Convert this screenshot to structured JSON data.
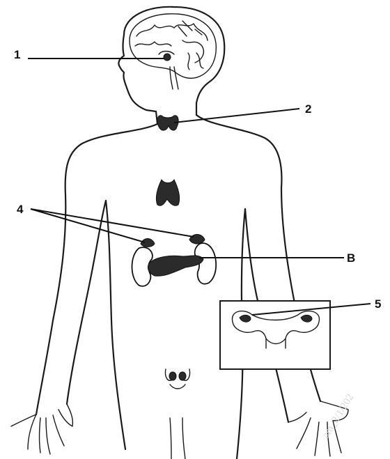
{
  "labels": {
    "l1": "1",
    "l2": "2",
    "l4": "4",
    "lB": "B",
    "l5": "5"
  },
  "watermark": "am_2/1/202",
  "icons": {
    "brain": "brain-icon",
    "pituitary": "pituitary-gland-icon",
    "thyroid": "thyroid-gland-icon",
    "thymus": "thymus-icon",
    "adrenal": "adrenal-gland-icon",
    "kidney": "kidney-icon",
    "pancreas": "pancreas-icon",
    "ovary_inset": "ovaries-uterus-inset-icon",
    "testes": "testes-icon"
  },
  "colors": {
    "ink": "#1a1a1a",
    "gland_fill": "#2b2b2b",
    "background": "#ffffff"
  }
}
